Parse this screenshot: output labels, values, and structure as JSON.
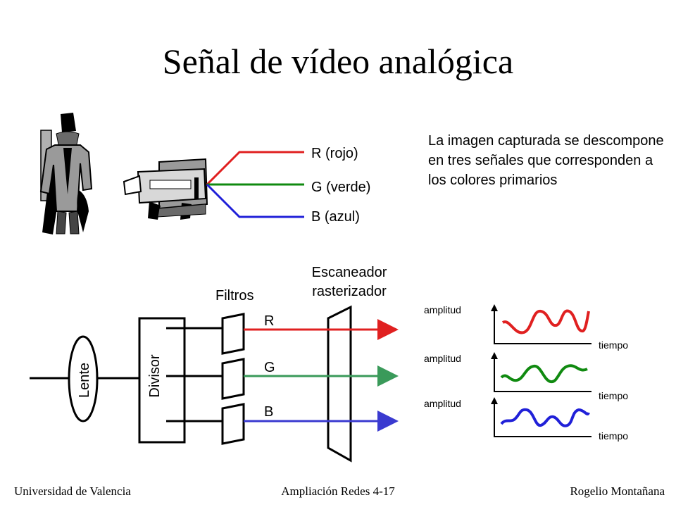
{
  "title": "Señal de vídeo analógica",
  "description": "La imagen capturada se descompone en tres señales que corresponden a los colores primarios",
  "camera_outputs": {
    "red": "R (rojo)",
    "green": "G (verde)",
    "blue": "B (azul)"
  },
  "diagram": {
    "lens": "Lente",
    "splitter": "Divisor",
    "filters": "Filtros",
    "scanner_line1": "Escaneador",
    "scanner_line2": "rasterizador",
    "channel_r": "R",
    "channel_g": "G",
    "channel_b": "B"
  },
  "plots": {
    "y_label": "amplitud",
    "x_label": "tiempo"
  },
  "footer": {
    "left": "Universidad de Valencia",
    "center": "Ampliación Redes 4-17",
    "right": "Rogelio Montañana"
  },
  "colors": {
    "red": "#e02020",
    "green": "#108a10",
    "blue": "#2020d8",
    "green_signal": "#3a9a5a",
    "blue_signal": "#3a3ad0"
  }
}
